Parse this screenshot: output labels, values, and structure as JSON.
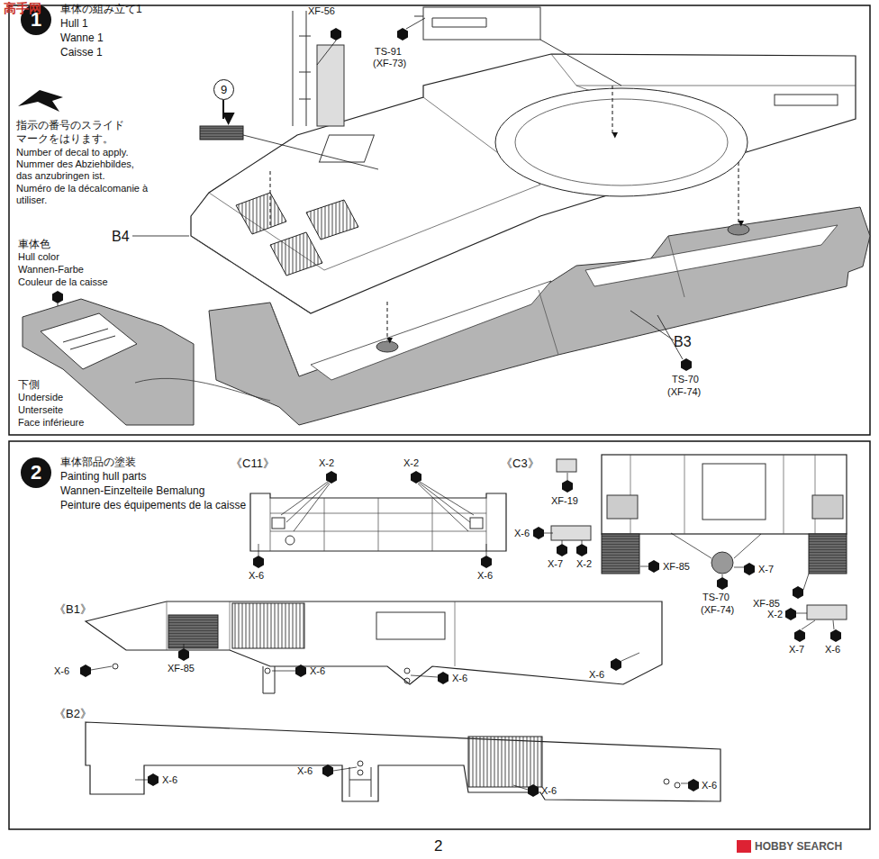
{
  "diagram": {
    "nodes": [
      {
        "text": [
          "1",
          "車体の組み立て1",
          "Hull 1",
          "Wanne 1",
          "Caisse 1"
        ]
      },
      {
        "text": [
          "9"
        ]
      },
      {
        "text": [
          "2",
          "車体部品の塗装",
          "Painting hull parts",
          "Wannen-Einzelteile Bemalung",
          "Peinture des équipements de la caisse"
        ]
      }
    ],
    "labels": [
      "高手网",
      "指示の番号のスライドマークをはります。",
      "Number of decal to apply.",
      "Nummer des Abziehbildes, das anzubringen ist.",
      "Numéro de la décalcomanie à utiliser.",
      "XF-56",
      "TS-91",
      "(XF-73)",
      "車体色",
      "Hull color",
      "Wannen-Farbe",
      "Couleur de la caisse",
      "下側",
      "Underside",
      "Unterseite",
      "Face inférieure",
      "B4",
      "B3",
      "TS-70",
      "(XF-74)",
      "《C11》",
      "X-2",
      "X-2",
      "X-6",
      "X-6",
      "《C3》",
      "XF-19",
      "X-6",
      "X-7",
      "X-2",
      "XF-85",
      "TS-70",
      "(XF-74)",
      "X-7",
      "XF-85",
      "X-2",
      "X-7",
      "X-6",
      "《B1》",
      "X-6",
      "XF-85",
      "X-6",
      "X-6",
      "X-6",
      "《B2》",
      "X-6",
      "X-6",
      "X-6",
      "X-6",
      "2",
      "HOBBY SEARCH"
    ]
  }
}
